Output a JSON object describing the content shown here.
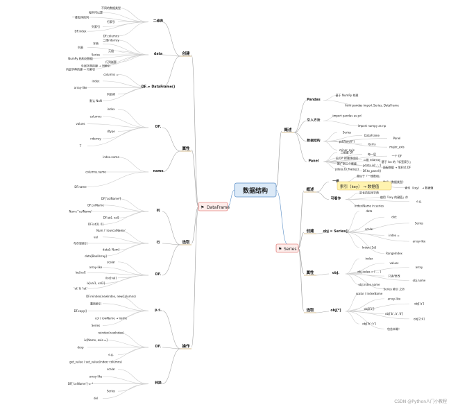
{
  "center": {
    "label": "数据结构"
  },
  "left_branch": {
    "label": "DataFrame"
  },
  "right_branch": {
    "label": "Series"
  },
  "watermark": "CSDN @Python人门小教程",
  "left_groups": [
    {
      "key": "create",
      "label": "创建",
      "color": "#c8a86e",
      "items": [
        {
          "t": "二维表",
          "children": [
            "不同的数据类型",
            "每列可以是",
            "一维有序的列",
            "行索引",
            "列索引",
            "DF.index",
            "DF.columns"
          ]
        },
        {
          "t": "data",
          "children": [
            "二维ndarray",
            "字典",
            "列表",
            "元组",
            "Series",
            "NumPy 结构化数组",
            "行列嵌套",
            "外层字典的键 → 列索引",
            "内层字典的键 → 行索引"
          ]
        },
        {
          "t": "DF = DataFrame()",
          "children": [
            "columns =",
            "index",
            "array-like",
            "列名称",
            "默认 NaN"
          ]
        }
      ]
    },
    {
      "key": "attr",
      "label": "属性",
      "color": "#c8a86e",
      "items": [
        {
          "t": "DF.",
          "children": [
            "index",
            "columns",
            "values",
            "dtype",
            "ndarray",
            "T"
          ]
        },
        {
          "t": "name",
          "children": [
            "index.name",
            "columns.name",
            "DF.name"
          ]
        }
      ]
    },
    {
      "key": "select",
      "label": "选取",
      "color": "#c8a86e",
      "items": [
        {
          "t": "列",
          "children": [
            "DF['colName']",
            "DF.colName",
            "Num / 'colName'",
            "DF.iat[, val]",
            "DF.iat[0, 0]"
          ]
        },
        {
          "t": "行",
          "children": [
            "Num / 'row(colName'",
            "val",
            "布尔型索引",
            "data[: Num]",
            "data[BoolArray]"
          ]
        },
        {
          "t": "DF.",
          "children": [
            "scalar",
            "array-like",
            "loc[val]",
            "iloc[val]",
            "ix[val1, val2]",
            "'at' & 'iat'"
          ]
        }
      ]
    },
    {
      "key": "ops",
      "label": "操作",
      "color": "#c8a86e",
      "items": [
        {
          "t": "p.s.",
          "children": [
            "DF.reindex(newIndex, newColumns)",
            "重新索引",
            "DF.copy()",
            "col / rowName → name",
            "Series"
          ]
        },
        {
          "t": "DF.",
          "children": [
            "reindex(newIndex)",
            "ix[Name, axis =]",
            "drop",
            "e.g.",
            "get_value / set_value(index, columns)"
          ]
        },
        {
          "t": "转换",
          "children": [
            "scalar",
            "array-like",
            "DF['colName'] = *",
            "Series",
            "del"
          ]
        }
      ]
    }
  ],
  "right_groups": [
    {
      "key": "overview",
      "label": "概述",
      "color": "#c8a86e",
      "items": [
        {
          "t": "Pandas",
          "children": [
            "基于 NumPy 构建",
            "from pandas import Series, DataFrame"
          ]
        },
        {
          "t": "引入方法",
          "children": [
            "import pandas as pd",
            "import numpy as np"
          ]
        },
        {
          "t": "数据结构",
          "children": [
            "Series",
            "DataFrame",
            "Panel",
            "pd.Panel(*)",
            "items",
            "major_axis",
            "minor_axis"
          ]
        },
        {
          "t": "Panel",
          "children": [
            "三维度 DF",
            "每一层",
            "一个 DF",
            "由 DF 按顺序组成",
            "二维 ndarray",
            "基于 loc 的「标签索引」",
            "推广到三个维度",
            "pdata.ix[:,:,:]",
            "面板数据 → 堆积式 DF",
            "pdata.to_frame()",
            "DF.to_panel()"
          ]
        }
      ]
    },
    {
      "key": "s_overview",
      "label": "概述",
      "color": "#c8a86e",
      "items": [
        {
          "t": "一维",
          "children": [
            "类似于「一维数组」",
            "数组（数据类型）",
            "索引（key） → 数据值"
          ]
        },
        {
          "t": "可看作",
          "children": [
            "定长的有序字典",
            "使用「key 的键值」作",
            "e.g.",
            "index/Name in series"
          ]
        }
      ]
    },
    {
      "key": "s_create",
      "label": "创建",
      "color": "#c8a86e",
      "items": [
        {
          "t": "obj = Series()",
          "children": [
            "data",
            "dict",
            "Series",
            "scalar",
            "index =",
            "array-like",
            "Index (1d)",
            "RangeIndex"
          ]
        }
      ]
    },
    {
      "key": "s_attr",
      "label": "属性",
      "color": "#c8a86e",
      "items": [
        {
          "t": "obj.",
          "children": [
            "index",
            "values",
            "array",
            "obj.index = [ ... ]",
            "只读/修改",
            "obj.name",
            "obj.index.name",
            "Series 索引 之外"
          ]
        }
      ]
    },
    {
      "key": "s_select",
      "label": "选取",
      "color": "#c8a86e",
      "items": [
        {
          "t": "obj[*]",
          "children": [
            "scalar / indexName",
            "array-like",
            "obj['a']",
            "obj[[1]]",
            "obj['b','a','d']",
            "obj[2:4]",
            "obj['b':'c']",
            "包含末端！"
          ]
        }
      ]
    }
  ]
}
